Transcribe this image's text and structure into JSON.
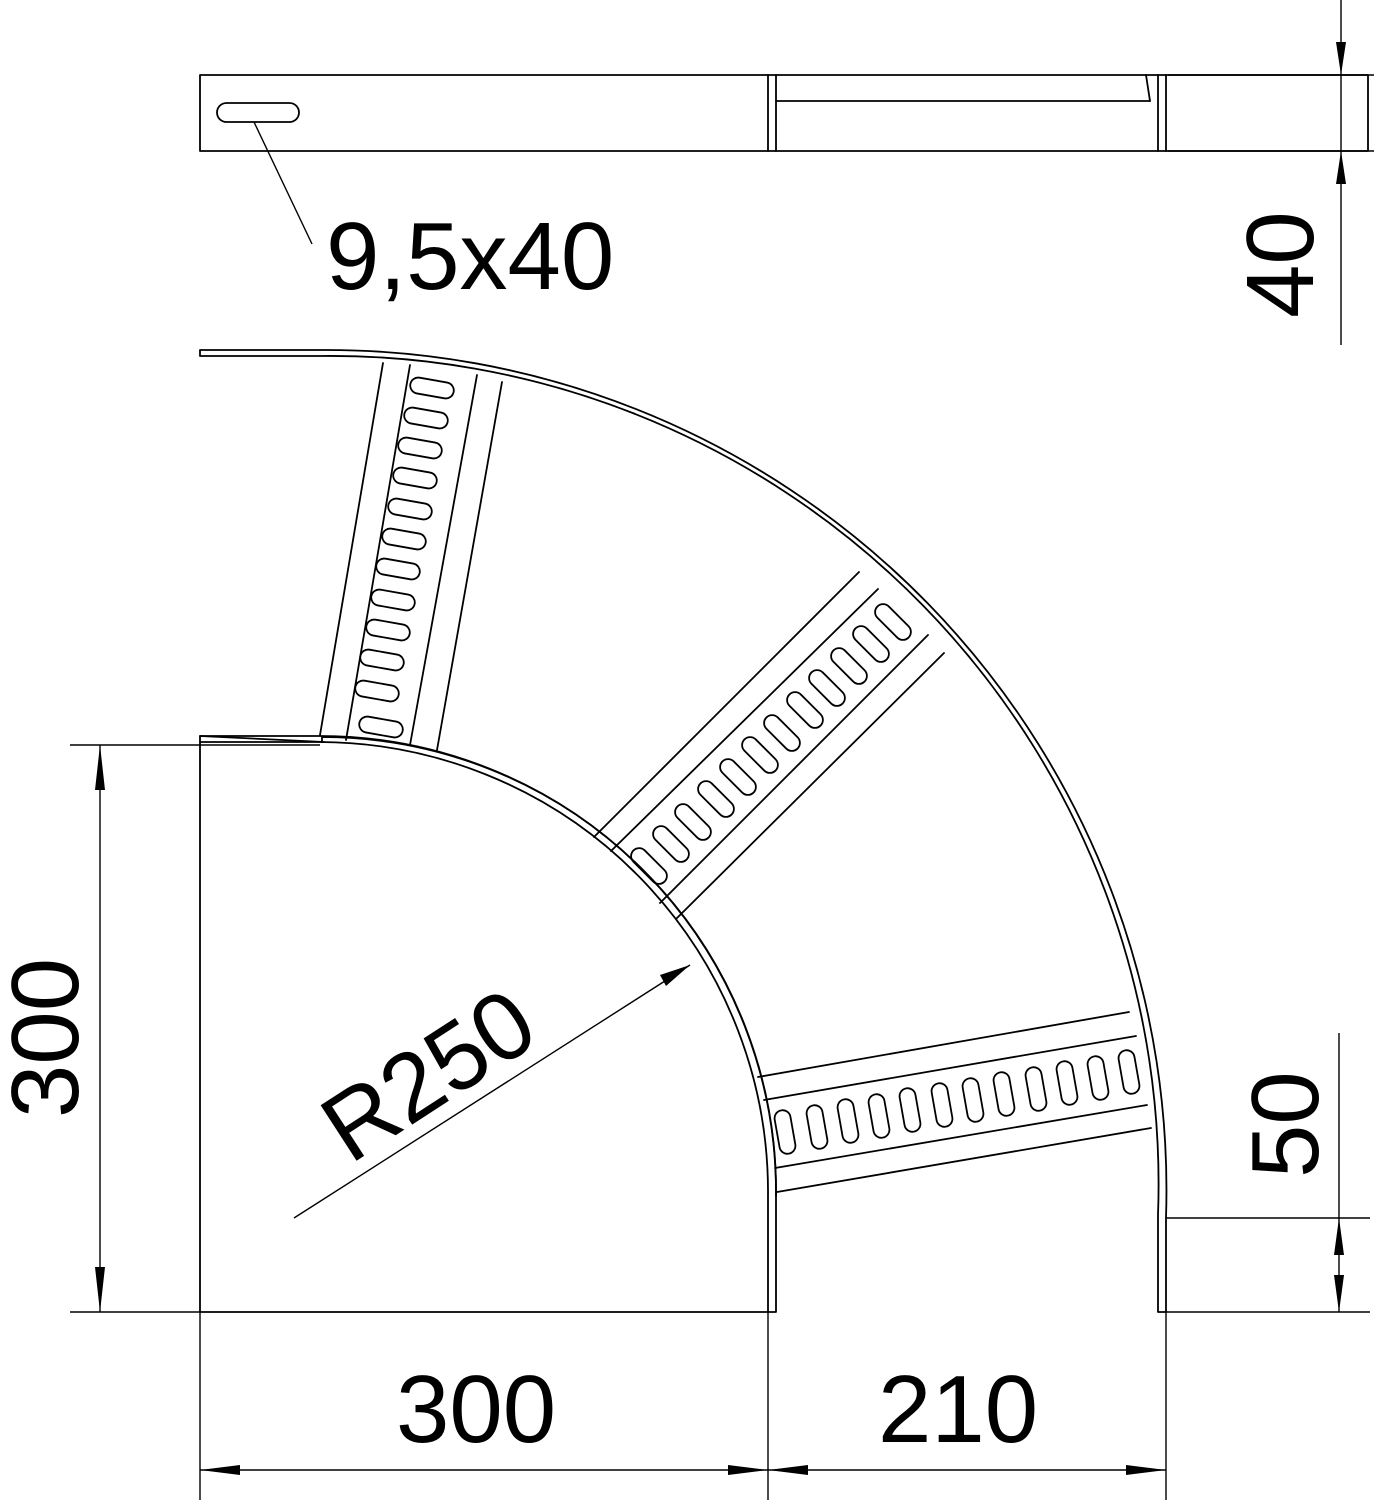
{
  "drawing": {
    "title": "90° bend cable ladder technical drawing",
    "stroke_color": "#000000",
    "background_color": "#ffffff"
  },
  "dimensions": {
    "slot_size": "9,5x40",
    "side_height": "40",
    "height_300": "300",
    "radius": "R250",
    "rung_offset": "50",
    "width_300": "300",
    "width_210": "210"
  },
  "views": {
    "side_view": {
      "slot_count": 1
    },
    "top_view": {
      "rungs": [
        {
          "name": "rung-top",
          "slot_count": 12
        },
        {
          "name": "rung-diagonal",
          "slot_count": 12
        },
        {
          "name": "rung-lower",
          "slot_count": 12
        }
      ]
    }
  }
}
